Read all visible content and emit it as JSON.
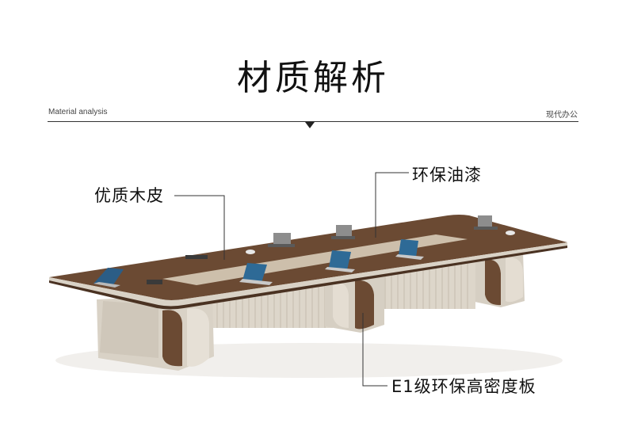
{
  "header": {
    "title": "材质解析",
    "subtitle_en": "Material analysis",
    "subtitle_cn": "现代办公"
  },
  "callouts": {
    "veneer": "优质木皮",
    "paint": "环保油漆",
    "board": "E1级环保高密度板"
  },
  "colors": {
    "wood": "#6b4a33",
    "wood_dark": "#4a3222",
    "base": "#d9d2c6",
    "base_shadow": "#bdb4a7",
    "inlay": "#d8ccb8"
  }
}
